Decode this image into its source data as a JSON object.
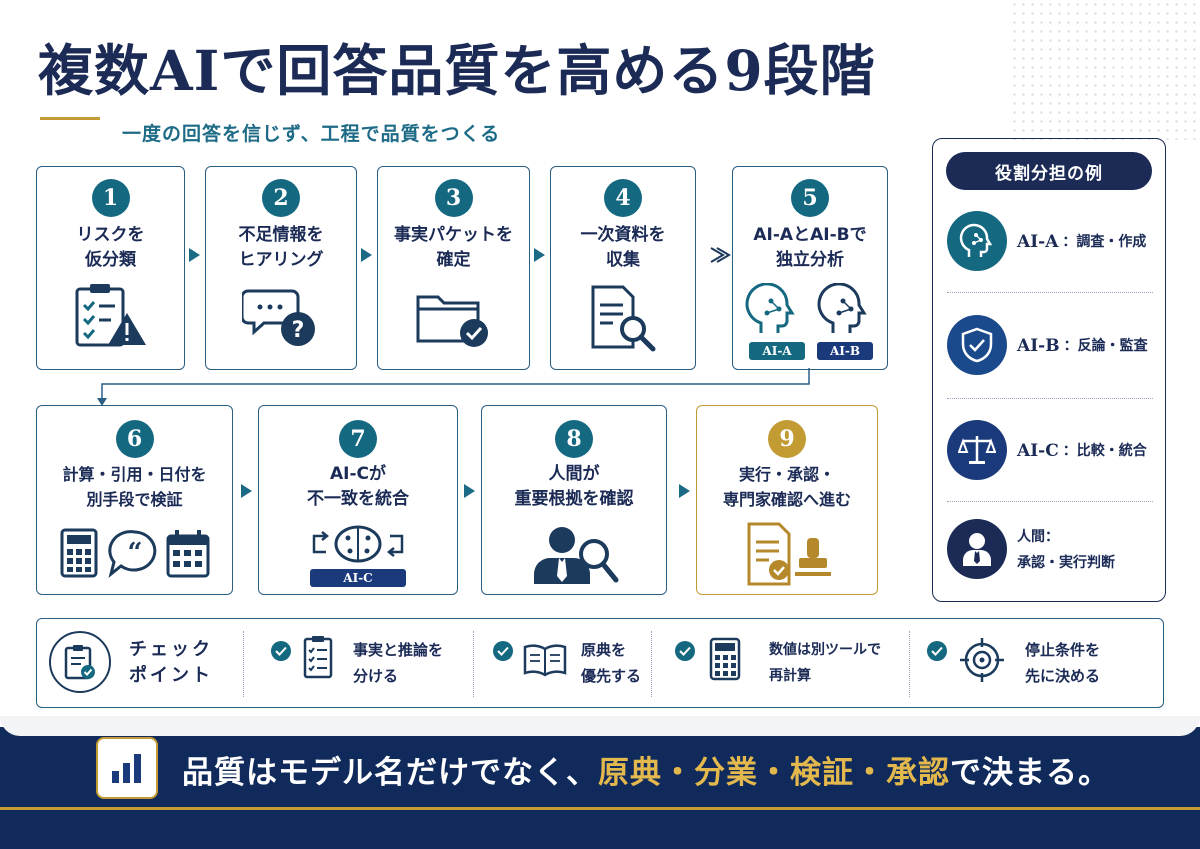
{
  "title": "複数AIで回答品質を高める9段階",
  "subtitle": "一度の回答を信じず、工程で品質をつくる",
  "steps": [
    {
      "num": "1",
      "label": "リスクを\n仮分類",
      "icon": "clipboard-warning-icon"
    },
    {
      "num": "2",
      "label": "不足情報を\nヒアリング",
      "icon": "speech-question-icon"
    },
    {
      "num": "3",
      "label": "事実パケットを\n確定",
      "icon": "folder-check-icon"
    },
    {
      "num": "4",
      "label": "一次資料を\n収集",
      "icon": "document-search-icon"
    },
    {
      "num": "5",
      "label": "AI-AとAI-Bで\n独立分析",
      "icon": "ai-heads-icon",
      "tags": [
        "AI-A",
        "AI-B"
      ]
    },
    {
      "num": "6",
      "label": "計算・引用・日付を\n別手段で検証",
      "icon": "calc-quote-calendar-icon"
    },
    {
      "num": "7",
      "label": "AI-Cが\n不一致を統合",
      "icon": "brain-merge-icon",
      "tags": [
        "AI-C"
      ]
    },
    {
      "num": "8",
      "label": "人間が\n重要根拠を確認",
      "icon": "person-search-icon"
    },
    {
      "num": "9",
      "label": "実行・承認・\n専門家確認へ進む",
      "icon": "document-stamp-icon"
    }
  ],
  "roles": {
    "title": "役割分担の例",
    "items": [
      {
        "name": "AI-A",
        "desc": "：調査・作成",
        "icon": "ai-head-icon"
      },
      {
        "name": "AI-B",
        "desc": "：反論・監査",
        "icon": "shield-check-icon"
      },
      {
        "name": "AI-C",
        "desc": "：比較・統合",
        "icon": "scales-icon"
      },
      {
        "name": "",
        "desc": "人間：\n承認・実行判断",
        "icon": "person-icon"
      }
    ]
  },
  "checkpoints": {
    "title": "チェック\nポイント",
    "items": [
      {
        "label": "事実と推論を\n分ける",
        "icon": "checklist-icon"
      },
      {
        "label": "原典を\n優先する",
        "icon": "open-book-icon"
      },
      {
        "label": "数値は別ツールで\n再計算",
        "icon": "calculator-icon"
      },
      {
        "label": "停止条件を\n先に決める",
        "icon": "target-icon"
      }
    ]
  },
  "footer": {
    "text_before": "品質はモデル名だけでなく、",
    "highlight": "原典・分業・検証・承認",
    "text_after": "で決まる。"
  },
  "colors": {
    "navy": "#1b2b56",
    "teal": "#146981",
    "gold": "#c29b33",
    "footer_bg": "#102a5c"
  }
}
